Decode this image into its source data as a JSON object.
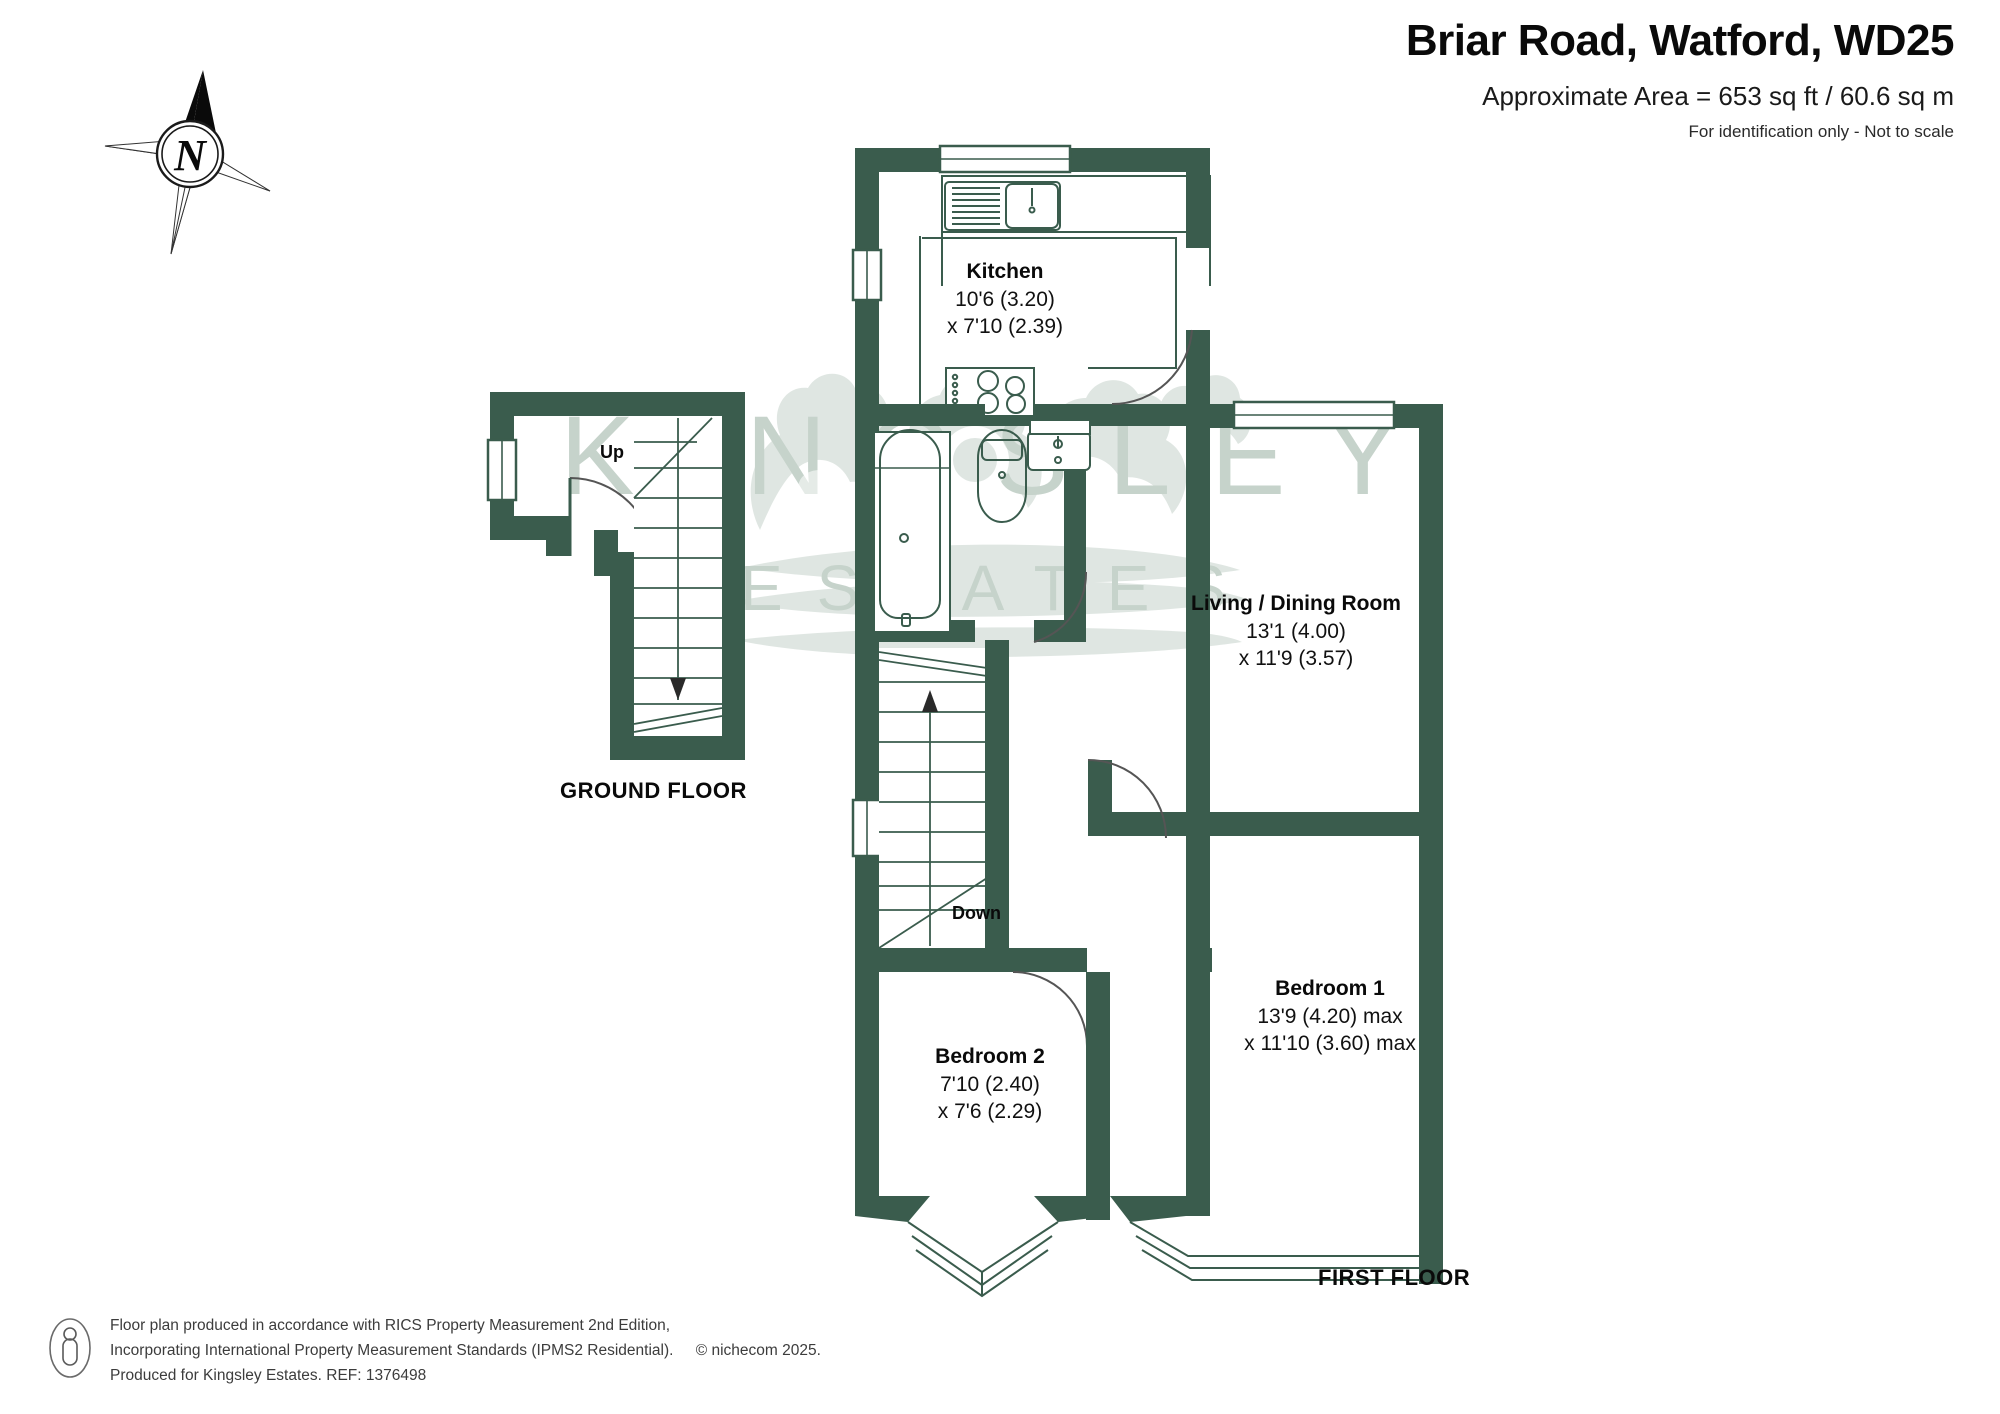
{
  "header": {
    "title": "Briar Road, Watford, WD25",
    "area": "Approximate Area = 653 sq ft / 60.6 sq m",
    "note": "For identification only - Not to scale"
  },
  "compass": {
    "north_label": "N"
  },
  "watermark": {
    "line1": "KINGSLEY",
    "line2": "ESTATES"
  },
  "floors": [
    {
      "id": "ground",
      "label": "GROUND FLOOR"
    },
    {
      "id": "first",
      "label": "FIRST FLOOR"
    }
  ],
  "rooms": [
    {
      "name": "Kitchen",
      "dim1": "10'6 (3.20)",
      "dim2": "x 7'10 (2.39)"
    },
    {
      "name": "Living / Dining Room",
      "dim1": "13'1 (4.00)",
      "dim2": "x 11'9 (3.57)"
    },
    {
      "name": "Bedroom 1",
      "dim1": "13'9 (4.20) max",
      "dim2": "x 11'10 (3.60) max"
    },
    {
      "name": "Bedroom 2",
      "dim1": "7'10 (2.40)",
      "dim2": "x 7'6 (2.29)"
    }
  ],
  "stairs": [
    {
      "id": "up",
      "label": "Up"
    },
    {
      "id": "down",
      "label": "Down"
    }
  ],
  "footer": {
    "line1": "Floor plan produced in accordance with RICS Property Measurement 2nd Edition,",
    "line2a": "Incorporating International Property Measurement Standards (IPMS2 Residential).",
    "line2b": "© nichecom 2025.",
    "line3": "Produced for Kingsley Estates.   REF: 1376498"
  },
  "colors": {
    "wall": "#3a5c4d",
    "watermark": "#c6d3cb",
    "text": "#0a0a0a"
  }
}
